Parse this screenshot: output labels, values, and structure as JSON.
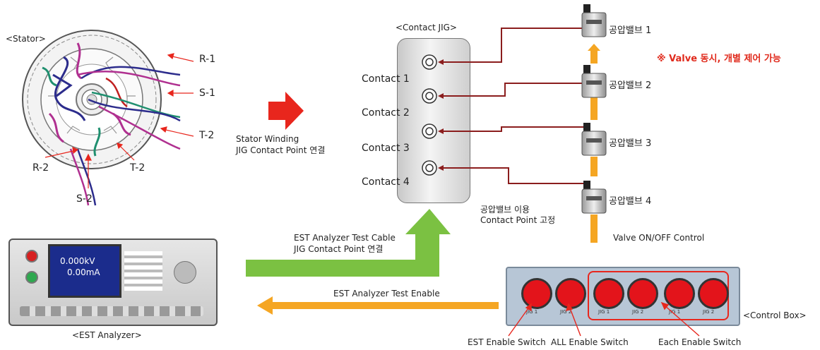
{
  "stator": {
    "title": "<Stator>",
    "labels": [
      "R-1",
      "S-1",
      "T-2",
      "R-2",
      "T-2",
      "S-2"
    ]
  },
  "step1": {
    "line1": "Stator Winding",
    "line2": "JIG Contact  Point 연결"
  },
  "jig": {
    "title": "<Contact JIG>",
    "contacts": [
      "Contact 1",
      "Contact 2",
      "Contact 3",
      "Contact 4"
    ]
  },
  "valves": {
    "items": [
      "공압밸브 1",
      "공압밸브 2",
      "공압밸브 3",
      "공압밸브 4"
    ],
    "note": "※ Valve 동시, 개별 제어 가능",
    "fix_line1": "공압밸브 이용",
    "fix_line2": "Contact Point 고정",
    "control": "Valve ON/OFF Control"
  },
  "analyzer": {
    "title": "<EST Analyzer>",
    "display_kv": "0.000kV",
    "display_ma": "0.00mA",
    "cable_line1": "EST Analyzer Test Cable",
    "cable_line2": "JIG Contact Point 연결",
    "enable": "EST Analyzer Test Enable"
  },
  "control_box": {
    "title": "<Control Box>",
    "switch_labels": [
      "JIG 1",
      "JIG 2",
      "JIG 1",
      "JIG 2",
      "JIG 1",
      "JIG 2"
    ],
    "est_switch": "EST Enable Switch",
    "all_switch": "ALL Enable Switch",
    "each_switch": "Each Enable Switch"
  },
  "colors": {
    "red_arrow": "#e8261d",
    "wire": "#8b1d1d",
    "green_arrow": "#7bc142",
    "orange_arrow": "#f5a623",
    "note": "#e02a1c",
    "button_red": "#e3141b"
  }
}
